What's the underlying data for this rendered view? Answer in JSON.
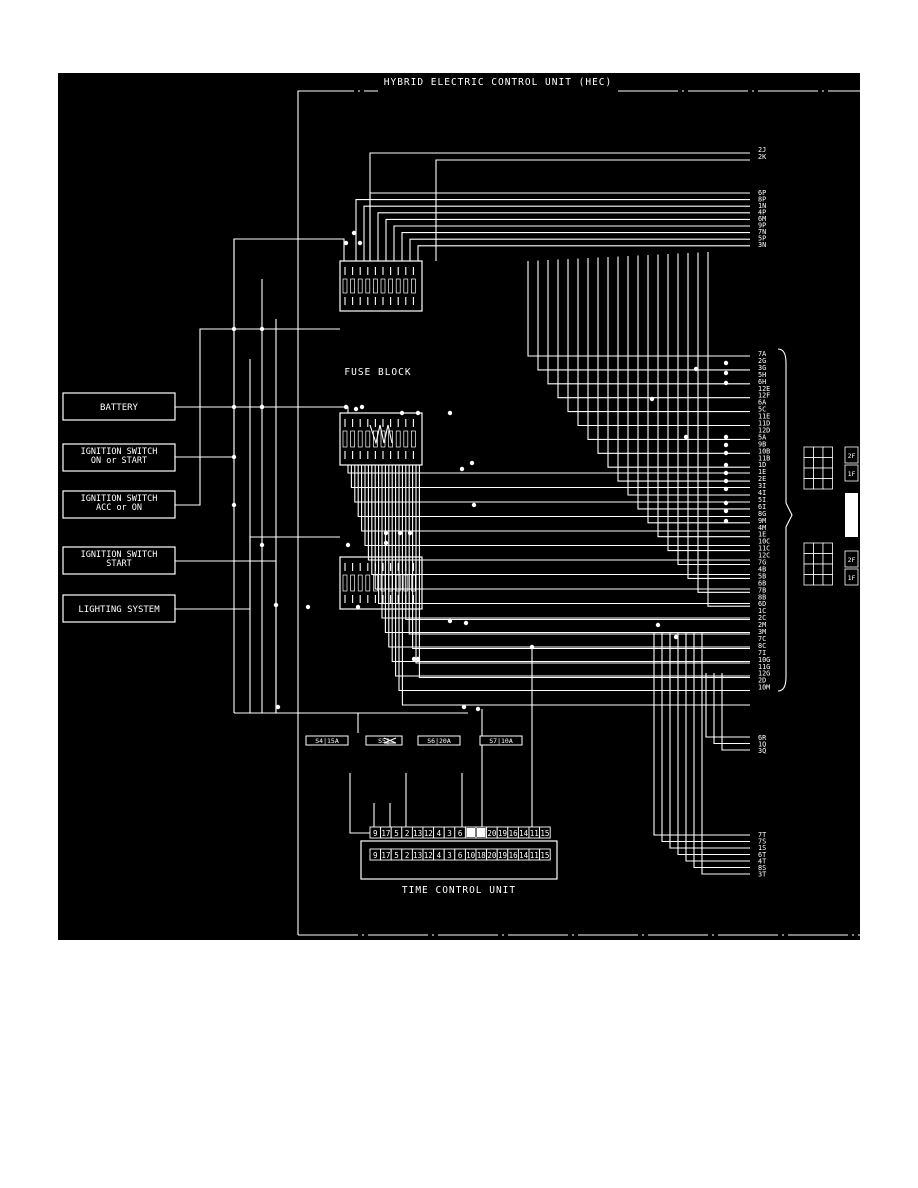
{
  "title": "HYBRID ELECTRIC CONTROL UNIT (HEC)",
  "fuse_block_label": "FUSE BLOCK",
  "inputs": [
    {
      "id": "battery",
      "lines": [
        "BATTERY"
      ]
    },
    {
      "id": "ign-on-start",
      "lines": [
        "IGNITION SWITCH",
        "ON or START"
      ]
    },
    {
      "id": "ign-acc-on",
      "lines": [
        "IGNITION SWITCH",
        "ACC or ON"
      ]
    },
    {
      "id": "ign-start",
      "lines": [
        "IGNITION SWITCH",
        "START"
      ]
    },
    {
      "id": "lighting",
      "lines": [
        "LIGHTING SYSTEM"
      ]
    }
  ],
  "terminals_top": [
    "2J",
    "2K"
  ],
  "terminals_upper": [
    "6P",
    "8P",
    "1N",
    "4P",
    "6M",
    "9P",
    "7N",
    "5P",
    "3N"
  ],
  "terminals_middle": [
    "7A",
    "2G",
    "3G",
    "5H",
    "6H",
    "12E",
    "12F",
    "6A",
    "5C",
    "11E",
    "11D",
    "12D",
    "5A",
    "9B",
    "10B",
    "11B",
    "1D",
    "1E",
    "2E",
    "3I",
    "4I",
    "5I",
    "6I",
    "8G",
    "9M",
    "4M",
    "1E",
    "10C",
    "11C",
    "12C",
    "7G",
    "4B",
    "5B",
    "6B",
    "7B",
    "8B",
    "6D",
    "1C",
    "2C",
    "2M",
    "3M",
    "7C",
    "8C",
    "7I",
    "10G",
    "11G",
    "12G",
    "2D",
    "10M"
  ],
  "terminals_lower": [
    "6R",
    "1Q",
    "3Q"
  ],
  "terminals_bottom": [
    "7T",
    "7S",
    "1S",
    "6T",
    "4T",
    "8S",
    "3T"
  ],
  "inline_fuses": [
    "S4|15A",
    "S5|",
    "S6|20A",
    "S7|10A"
  ],
  "time_control_unit": {
    "label": "TIME CONTROL UNIT",
    "pins": [
      "9",
      "17",
      "5",
      "2",
      "13",
      "12",
      "4",
      "3",
      "6",
      "10",
      "18",
      "20",
      "19",
      "16",
      "14",
      "11",
      "15"
    ]
  },
  "connector_views": {
    "upper_labels": [
      "2F",
      "1F"
    ],
    "lower_labels": [
      "2F",
      "1F"
    ]
  },
  "colors": {
    "background": "#000000",
    "foreground": "#ffffff"
  }
}
